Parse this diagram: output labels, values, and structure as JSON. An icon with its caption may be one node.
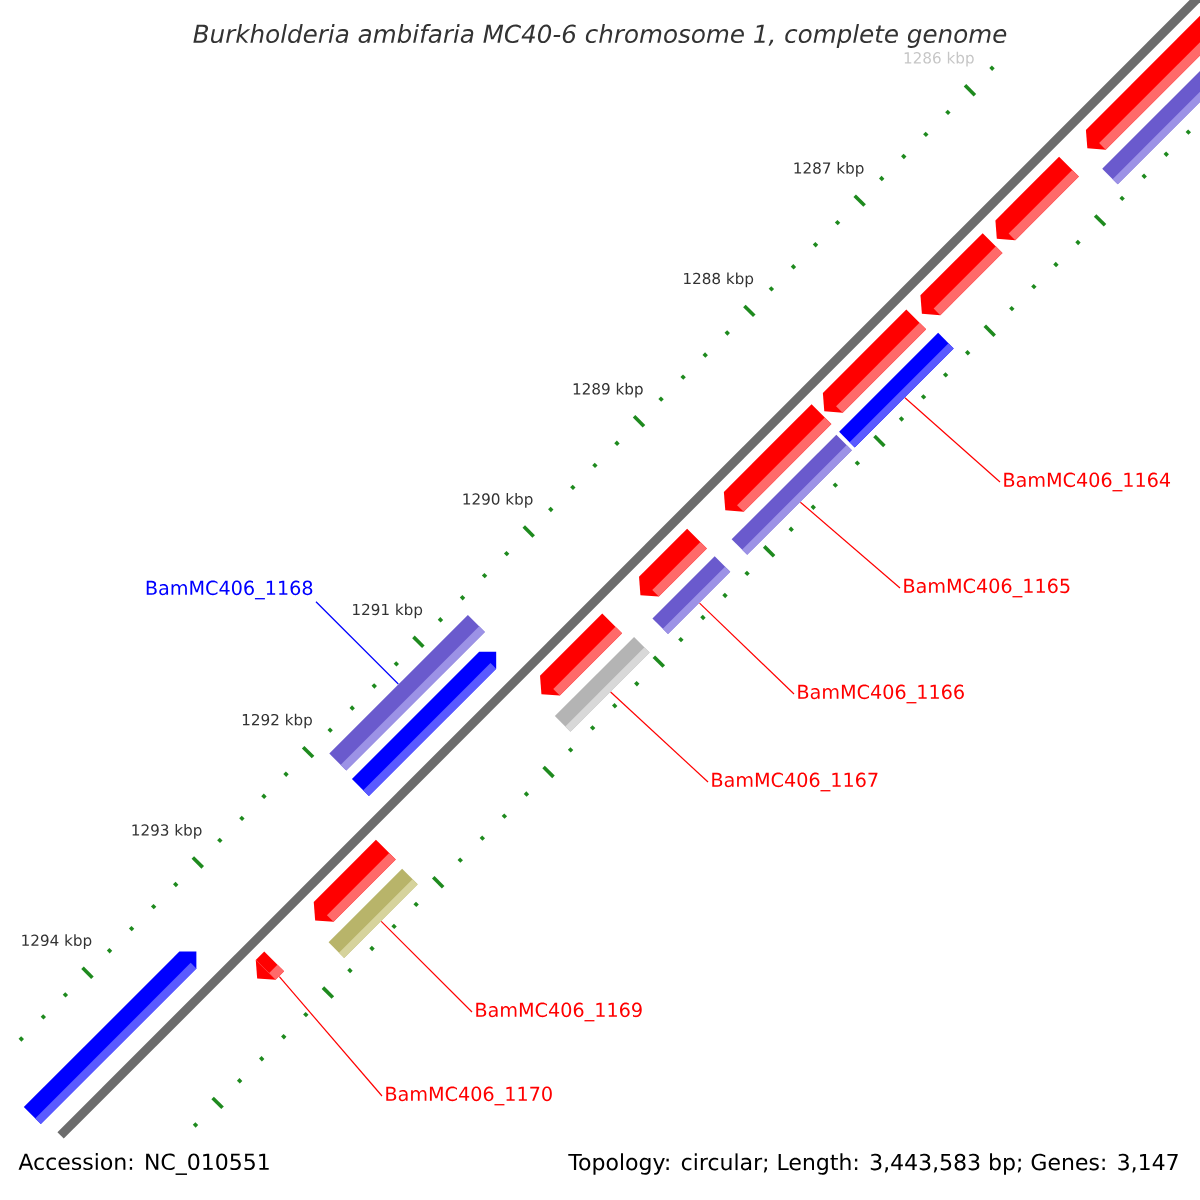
{
  "diagram": {
    "title": "Burkholderia ambifaria MC40-6 chromosome 1, complete genome",
    "nodes": [
      {
        "text": [
          "BamMC406_1164"
        ]
      },
      {
        "text": [
          "BamMC406_1165"
        ]
      },
      {
        "text": [
          "BamMC406_1168"
        ]
      },
      {
        "text": [
          "BamMC406_1166"
        ]
      },
      {
        "text": [
          "BamMC406_1167"
        ]
      },
      {
        "text": [
          "BamMC406_1169"
        ]
      },
      {
        "text": [
          "BamMC406_1170"
        ]
      },
      {
        "text": [],
        "shape": "bar"
      },
      {
        "text": [],
        "shape": "bar"
      },
      {
        "text": [],
        "shape": "bar"
      },
      {
        "text": [],
        "shape": "bar"
      },
      {
        "text": [],
        "shape": "bar"
      },
      {
        "text": [],
        "shape": "bar"
      },
      {
        "text": [],
        "shape": "arrow"
      }
    ],
    "edges": [
      {
        "from": 0,
        "to": 7,
        "arrow": "none"
      },
      {
        "from": 1,
        "to": 8,
        "arrow": "none"
      },
      {
        "from": 2,
        "to": 11,
        "arrow": "none",
        "color": "#0000ff"
      },
      {
        "from": 3,
        "to": 9,
        "arrow": "none"
      },
      {
        "from": 4,
        "to": 10,
        "arrow": "none"
      },
      {
        "from": 5,
        "to": 12,
        "arrow": "none"
      },
      {
        "from": 6,
        "to": 13,
        "arrow": "none"
      }
    ],
    "labels": [
      "1286 kbp",
      "1287 kbp",
      "1288 kbp",
      "1289 kbp",
      "1290 kbp",
      "1291 kbp",
      "1292 kbp",
      "1293 kbp",
      "1294 kbp",
      "Accession: NC_010551",
      "Topology: circular; Length: 3,443,583 bp; Genes: 3,147"
    ]
  }
}
